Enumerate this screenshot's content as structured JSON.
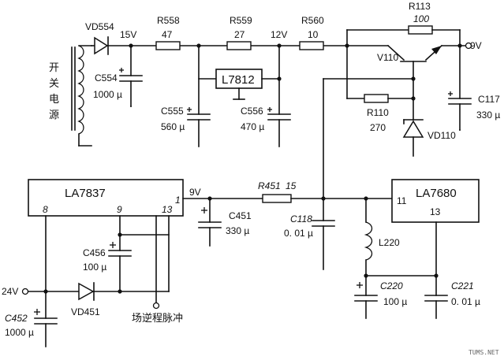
{
  "components": {
    "vd554": "VD554",
    "c554": "C554",
    "c554_val": "1000 µ",
    "r558": "R558",
    "r558_val": "47",
    "r559": "R559",
    "r559_val": "27",
    "r560": "R560",
    "r560_val": "10",
    "r113": "R113",
    "r113_val": "100",
    "v110": "V110",
    "r110": "R110",
    "r110_val": "270",
    "c117": "C117",
    "c117_val": "330 µ",
    "vd110": "VD110",
    "c555": "C555",
    "c555_val": "560 µ",
    "l7812": "L7812",
    "c556": "C556",
    "c556_val": "470 µ",
    "la7837": "LA7837",
    "la7680": "LA7680",
    "c451": "C451",
    "c451_val": "330 µ",
    "r451": "R451",
    "r451_val": "15",
    "c118": "C118",
    "c118_val": "0. 01 µ",
    "l220": "L220",
    "c220": "C220",
    "c220_val": "100 µ",
    "c221": "C221",
    "c221_val": "0. 01 µ",
    "c456": "C456",
    "c456_val": "100 µ",
    "vd451": "VD451",
    "c452": "C452",
    "c452_val": "1000 µ"
  },
  "pins": {
    "la7837_1": "1",
    "la7837_8": "8",
    "la7837_9": "9",
    "la7837_13": "13",
    "la7680_11": "11",
    "la7680_13": "13"
  },
  "voltages": {
    "v15": "15V",
    "v12": "12V",
    "v9_top": "9V",
    "v9_la7837": "9V",
    "v24": "24V"
  },
  "texts": {
    "switch_supply": [
      "开",
      "关",
      "电",
      "源"
    ],
    "flyback_pulse": "场逆程脉冲",
    "watermark": "TUMS.NET"
  }
}
